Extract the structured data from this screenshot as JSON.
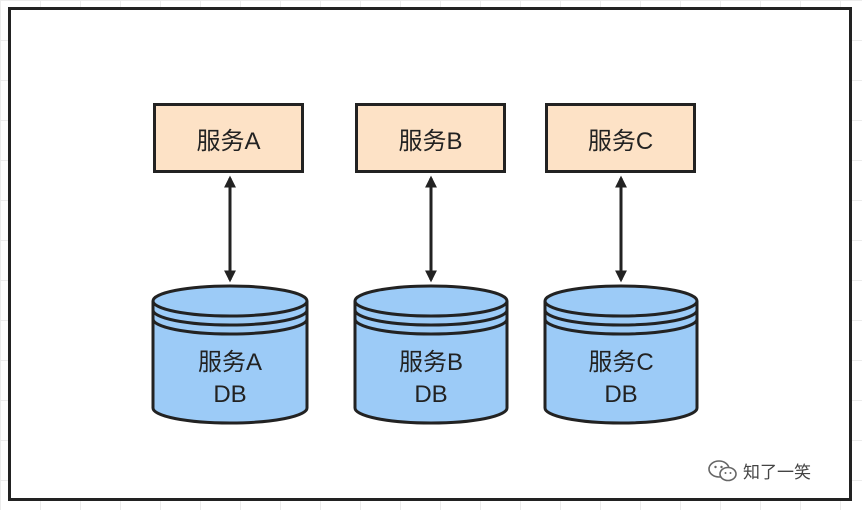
{
  "services": [
    {
      "label": "服务A",
      "db_line1": "服务A",
      "db_line2": "DB"
    },
    {
      "label": "服务B",
      "db_line1": "服务B",
      "db_line2": "DB"
    },
    {
      "label": "服务C",
      "db_line1": "服务C",
      "db_line2": "DB"
    }
  ],
  "watermark": {
    "text": "知了一笑",
    "icon": "wechat-icon"
  },
  "colors": {
    "service_fill": "#fde2c6",
    "db_fill": "#9ccbf7",
    "stroke": "#222222"
  }
}
